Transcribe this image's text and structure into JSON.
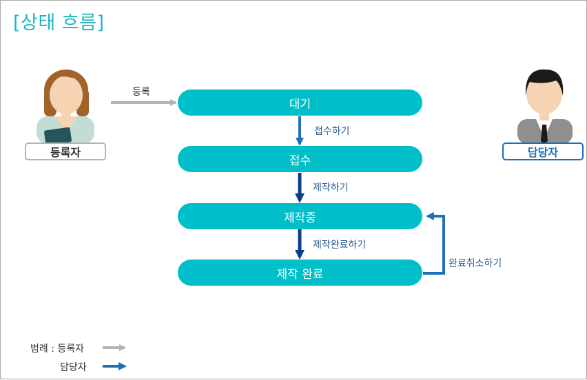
{
  "title": "[상태 흐름]",
  "states": [
    "대기",
    "접수",
    "제작중",
    "제작 완료"
  ],
  "edges": {
    "register": "등록",
    "accept": "접수하기",
    "produce": "제작하기",
    "complete": "제작완료하기",
    "cancel": "완료취소하기"
  },
  "roles": {
    "registrant": "등록자",
    "manager": "담당자"
  },
  "legend": {
    "prefix": "범례 : 등록자",
    "manager": "담당자"
  },
  "colors": {
    "state_fill": "#00bfc9",
    "registrant_arrow": "#b3b3b3",
    "manager_arrow": "#1e6fb5",
    "title": "#1fb5c4"
  }
}
